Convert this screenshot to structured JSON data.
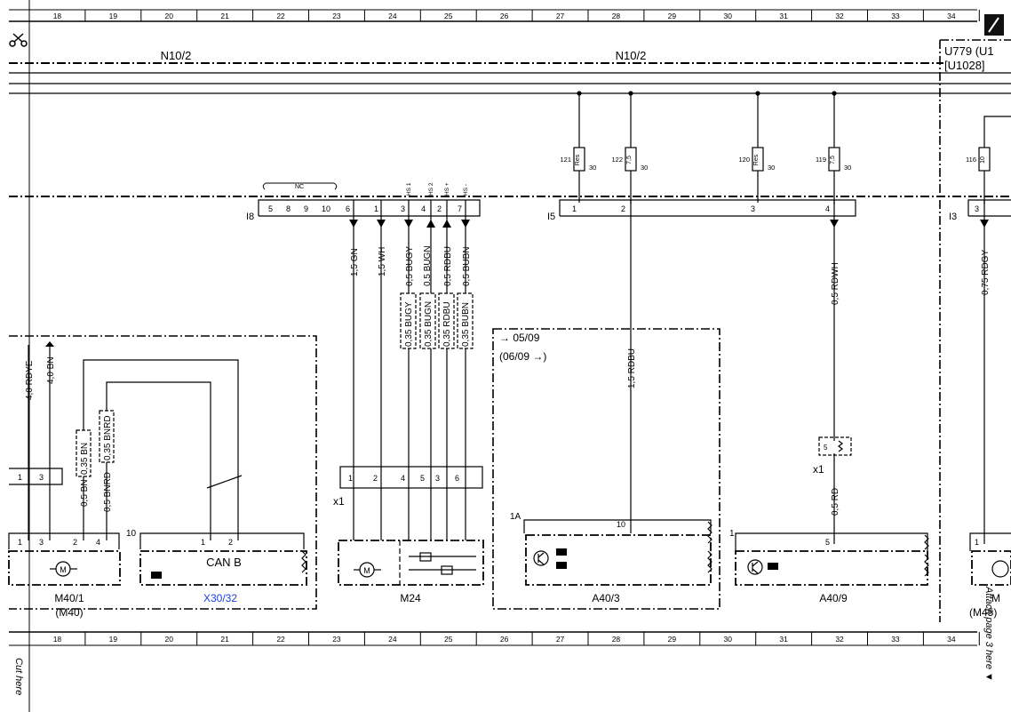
{
  "grid": {
    "columns": [
      "18",
      "19",
      "20",
      "21",
      "22",
      "23",
      "24",
      "25",
      "26",
      "27",
      "28",
      "29",
      "30",
      "31",
      "32",
      "33",
      "34"
    ]
  },
  "modules": {
    "n10_left": "N10/2",
    "n10_right": "N10/2",
    "u_top": "U779  (U1",
    "u_bottom": "[U1028]"
  },
  "connectors": {
    "i8": "I8",
    "i5": "I5",
    "i3": "I3",
    "x1_a": "x1",
    "x1_b": "x1"
  },
  "i8_nc": "NC",
  "i8_pins": [
    "5",
    "8",
    "9",
    "10",
    "6",
    "1",
    "3",
    "4",
    "2",
    "7"
  ],
  "i8_top_labels": [
    "HS 1",
    "HS 2",
    "HS +",
    "HS -"
  ],
  "i5_pins": [
    "1",
    "2",
    "3",
    "4"
  ],
  "i3_pin": "3",
  "fuses": {
    "f121": "121",
    "f122": "122",
    "f120": "120",
    "f119": "119",
    "f116": "116",
    "res_a": "Res",
    "res_b": "Res",
    "amp_a": "7,5",
    "amp_b": "7,5",
    "amp_c": "10",
    "t30": "30"
  },
  "wires": {
    "gn": "1,5 GN",
    "wh": "1,5 WH",
    "bugy": "0,5 BUGY",
    "bugn": "0,5 BUGN",
    "rdbu": "0,5 RDBU",
    "bubn": "0,5 BUBN",
    "bugy35": "0,35 BUGY",
    "bugn35": "0,35 BUGN",
    "rdbu35": "0,35 RDBU",
    "bubn35": "0,35 BUBN",
    "rdwh": "0,5 RDWH",
    "rdgy": "0,75 RDGY",
    "rdbu15": "1,5 RDBU",
    "rdye": "4,0 RDYE",
    "bn4": "4,0 BN",
    "bn35": "0,35 BN",
    "bnrd35": "0,35 BNRD",
    "bn05": "0,5 BN",
    "bnrd05": "0,5 BNRD",
    "rd05": "0,5 RD"
  },
  "dates": {
    "from": "→ 05/09",
    "to": "(06/09 →)"
  },
  "components": {
    "m40": "M40/1",
    "m40_alt": "(M40)",
    "x30": "X30/32",
    "canb": "CAN B",
    "m24": "M24",
    "a403": "A40/3",
    "a409": "A40/9",
    "m45": "(M45)",
    "m45_top": "M"
  },
  "pins": {
    "m40_top": [
      "1",
      "3"
    ],
    "m40_bot": [
      "1",
      "3",
      "2",
      "4"
    ],
    "x30": [
      "1",
      "2"
    ],
    "ten": "10",
    "m24": [
      "1",
      "2",
      "4",
      "5",
      "3",
      "6"
    ],
    "a403_label": "1A",
    "a403_pin": "10",
    "a409_one": "1",
    "a409_pin": "5",
    "x1_pin": "5",
    "m45_pin": "1"
  },
  "cut_left": "Cut here",
  "cut_right": "Attach page 3 here ▼",
  "colors": {
    "ink": "#000000",
    "accent": "#1a3fd6"
  }
}
